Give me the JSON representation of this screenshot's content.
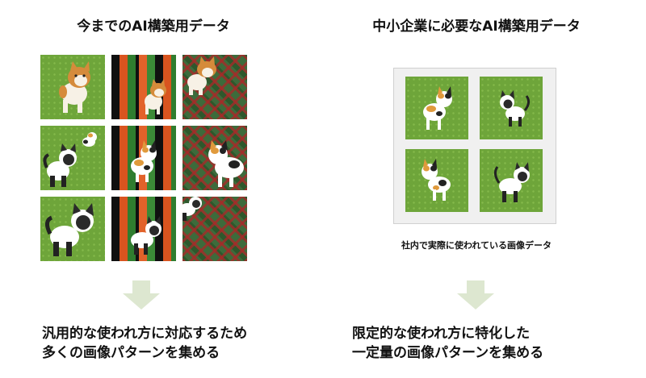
{
  "left": {
    "title": "今までのAI構築用データ",
    "description_line1": "汎用的な使われ方に対応するため",
    "description_line2": "多くの画像パターンを集める"
  },
  "right": {
    "title": "中小企業に必要なAI構築用データ",
    "caption": "社内で実際に使われている画像データ",
    "description_line1": "限定的な使われ方に特化した",
    "description_line2": "一定量の画像パターンを集める"
  },
  "colors": {
    "grass_green": "#6ea53a",
    "arrow_green": "#dde7d0",
    "panel_gray": "#f0f0f0",
    "stripe_orange": "#d9541f",
    "tartan_red": "#aa2828"
  },
  "icons": [
    "shiba-dog-illustration",
    "calico-cat-illustration",
    "siamese-cat-illustration",
    "down-arrow-icon"
  ]
}
